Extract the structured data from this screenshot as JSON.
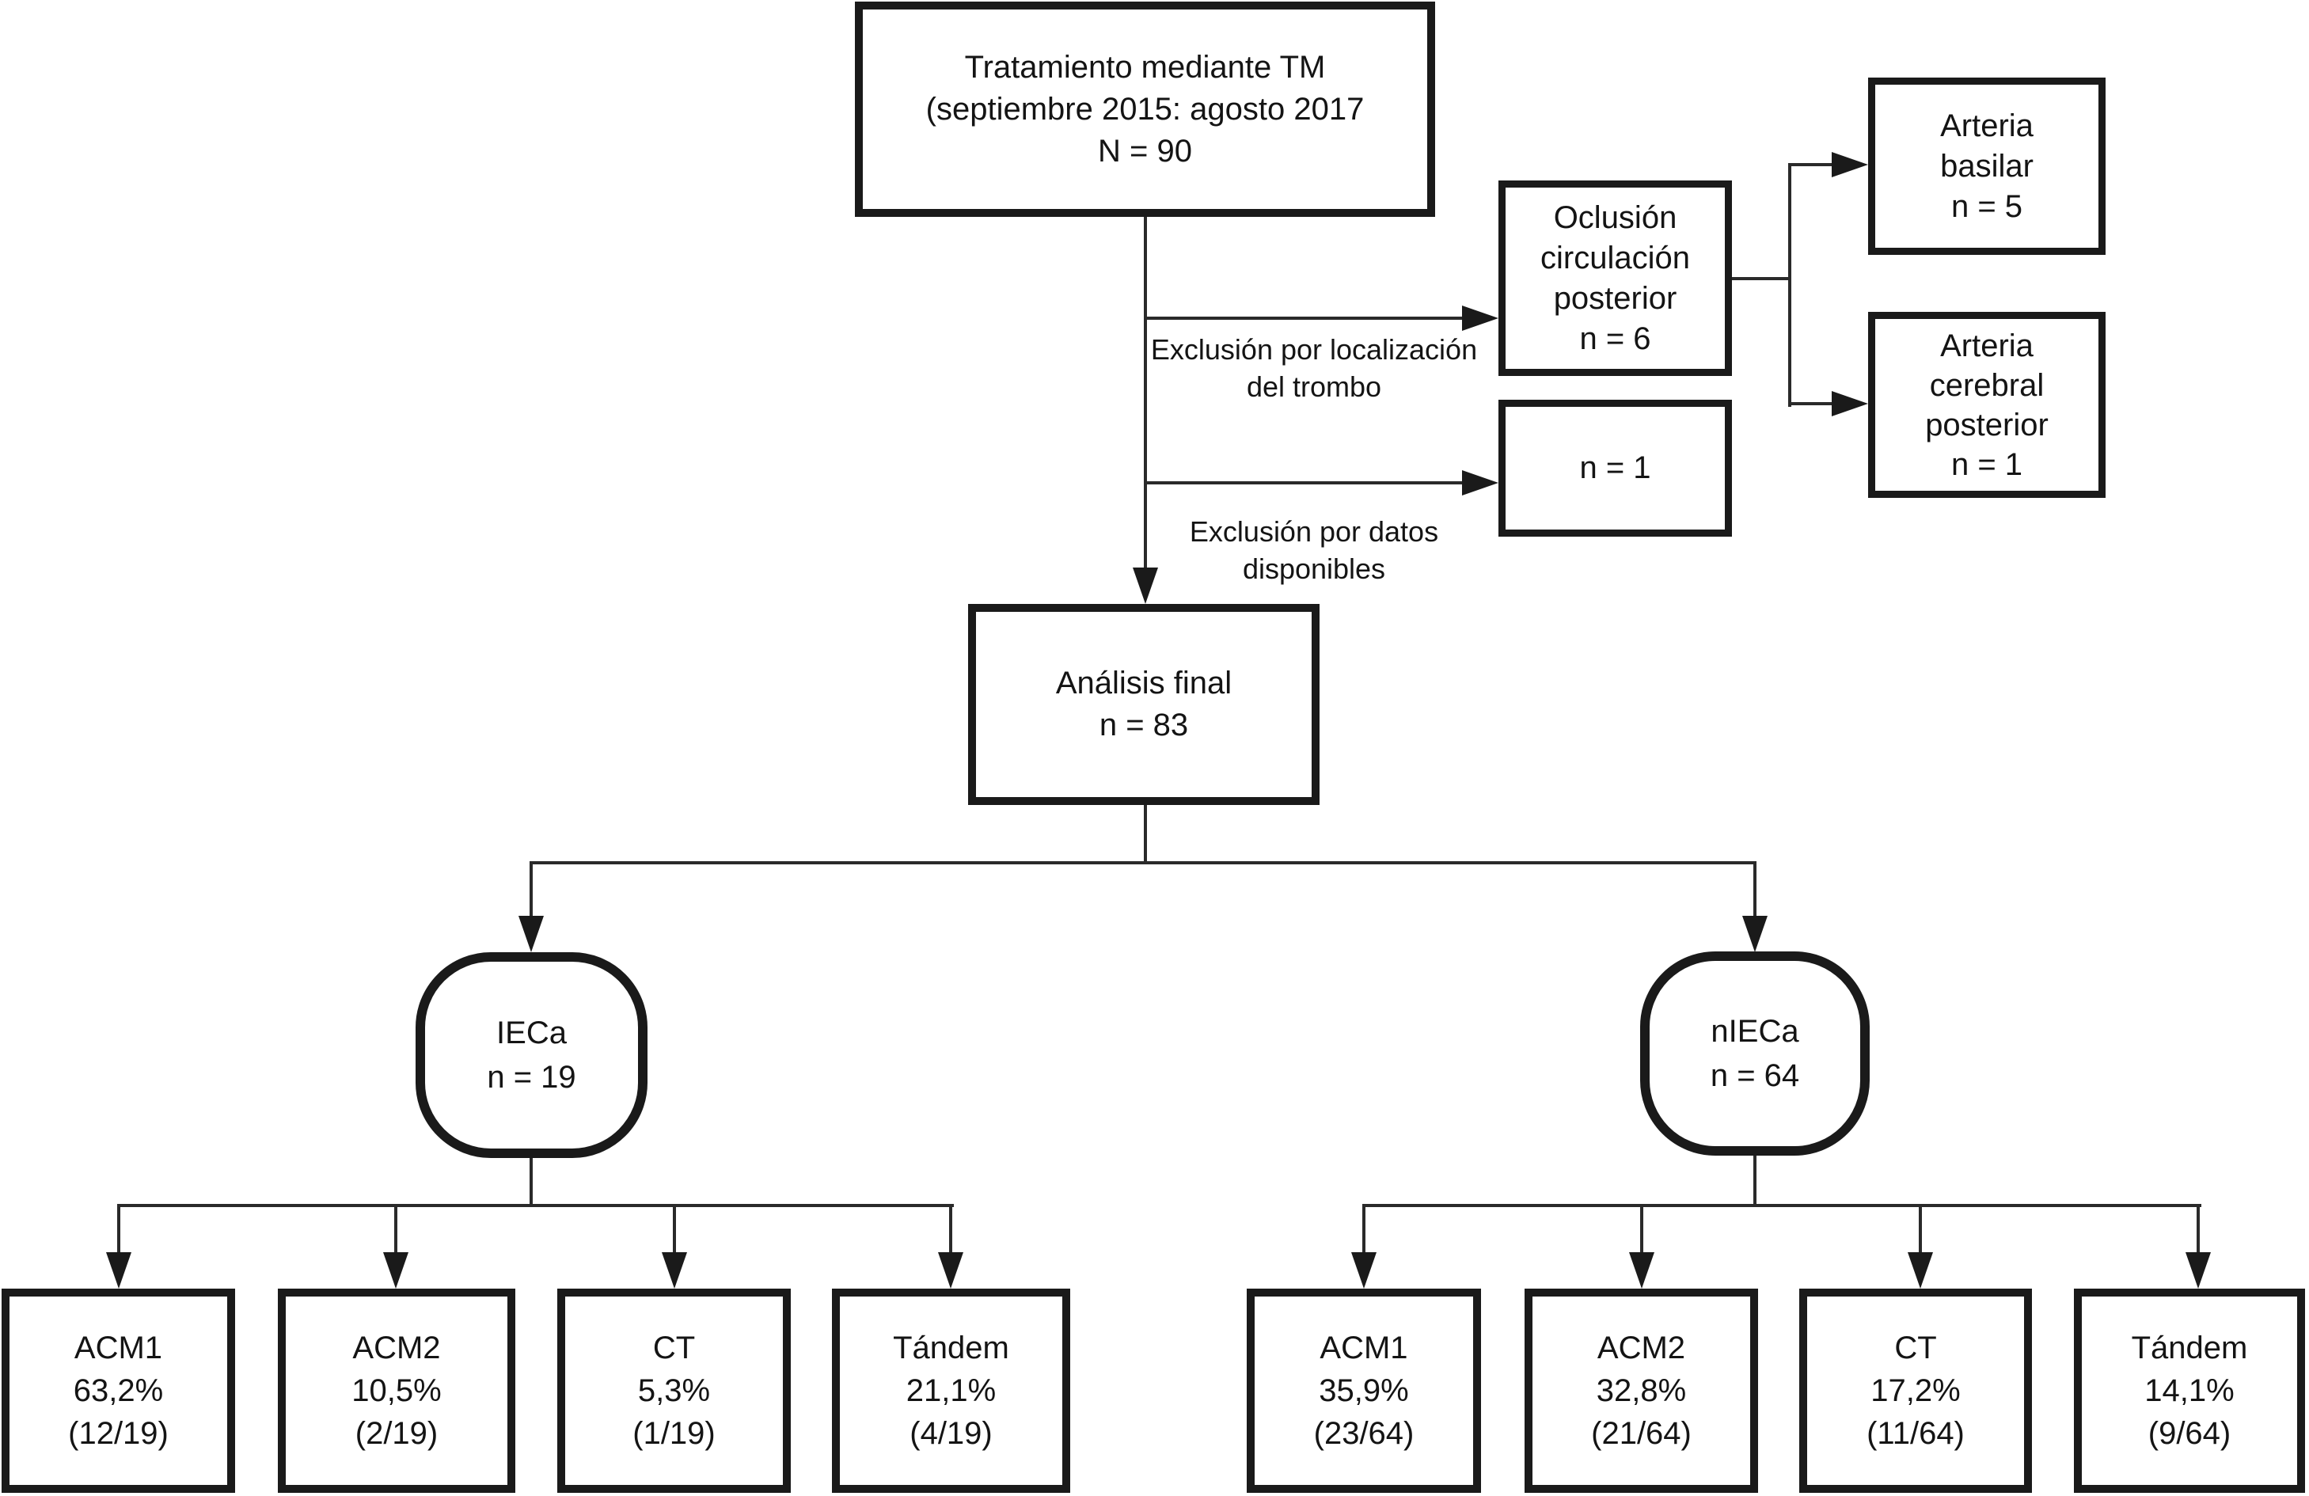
{
  "nodes": {
    "tratamiento": {
      "line1": "Tratamiento mediante TM",
      "line2": "(septiembre 2015: agosto 2017",
      "line3": "N = 90"
    },
    "oclusion": {
      "line1": "Oclusión",
      "line2": "circulación",
      "line3": "posterior",
      "line4": "n = 6"
    },
    "basilar": {
      "line1": "Arteria",
      "line2": "basilar",
      "line3": "n = 5"
    },
    "cerebral_posterior": {
      "line1": "Arteria",
      "line2": "cerebral",
      "line3": "posterior",
      "line4": "n = 1"
    },
    "n1": {
      "line1": "n = 1"
    },
    "analisis_final": {
      "line1": "Análisis final",
      "line2": "n = 83"
    },
    "ieca": {
      "line1": "IECa",
      "line2": "n = 19"
    },
    "nieca": {
      "line1": "nIECa",
      "line2": "n = 64"
    },
    "ieca_children": [
      {
        "label": "ACM1",
        "pct": "63,2%",
        "frac": "(12/19)"
      },
      {
        "label": "ACM2",
        "pct": "10,5%",
        "frac": "(2/19)"
      },
      {
        "label": "CT",
        "pct": "5,3%",
        "frac": "(1/19)"
      },
      {
        "label": "Tándem",
        "pct": "21,1%",
        "frac": "(4/19)"
      }
    ],
    "nieca_children": [
      {
        "label": "ACM1",
        "pct": "35,9%",
        "frac": "(23/64)"
      },
      {
        "label": "ACM2",
        "pct": "32,8%",
        "frac": "(21/64)"
      },
      {
        "label": "CT",
        "pct": "17,2%",
        "frac": "(11/64)"
      },
      {
        "label": "Tándem",
        "pct": "14,1%",
        "frac": "(9/64)"
      }
    ]
  },
  "labels": {
    "exclusion_localizacion": {
      "line1": "Exclusión por localización",
      "line2": "del trombo"
    },
    "exclusion_datos": {
      "line1": "Exclusión por datos",
      "line2": "disponibles"
    }
  },
  "colors": {
    "line": "#1a1a1a",
    "box_background": "#ffffff",
    "page_background": "#ffffff",
    "text": "#141414"
  }
}
